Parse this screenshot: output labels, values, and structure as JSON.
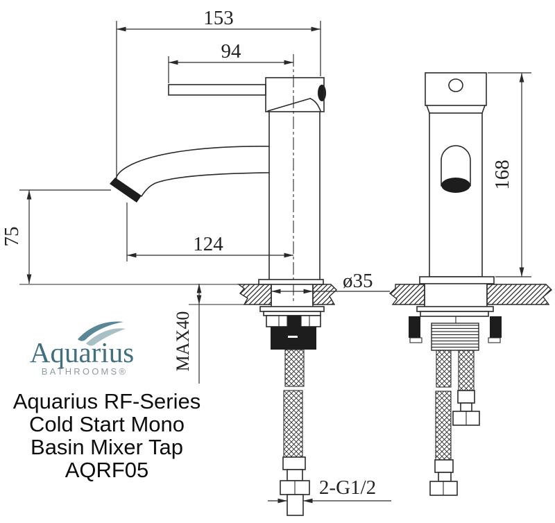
{
  "logo": {
    "name": "Aquarius",
    "subtitle": "BATHROOMS®"
  },
  "product": {
    "lines": [
      "Aquarius RF-Series",
      "Cold Start Mono",
      "Basin Mixer Tap",
      "AQRF05"
    ]
  },
  "dimensions": {
    "overall_length": "153",
    "handle_length": "94",
    "spout_height": "75",
    "spout_reach": "124",
    "total_height": "168",
    "deck_thickness": "MAX40",
    "hole_diameter": "ø35",
    "tail_connection": "2-G1/2"
  },
  "colors": {
    "line": "#2a2a2a",
    "logo_teal": "#40707f",
    "logo_wave_light": "#a9bfc6",
    "logo_subtitle_gray": "#8e9aa1",
    "text": "#0d0d0d"
  }
}
